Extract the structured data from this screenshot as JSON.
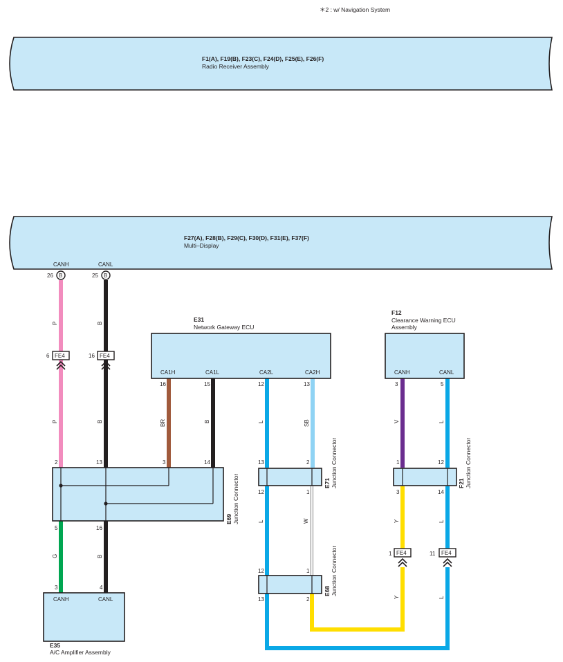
{
  "note": "＊2 : w/ Navigation System",
  "colors": {
    "component_fill": "#c8e8f8",
    "line": "#231f20",
    "wire_P": "#f28cbe",
    "wire_B": "#231f20",
    "wire_BR": "#a05a3c",
    "wire_L": "#0aa8e6",
    "wire_SB": "#8fd3f4",
    "wire_V": "#6b2d8f",
    "wire_Y": "#ffde00",
    "wire_G": "#00a651",
    "wire_W": "#ffffff"
  },
  "radio": {
    "connectors": "F1(A), F19(B), F23(C), F24(D), F25(E), F26(F)",
    "name": "Radio Receiver Assembly"
  },
  "multi_display": {
    "connectors": "F27(A), F28(B), F29(C), F30(D), F31(E), F37(F)",
    "name": "Multi–Display",
    "terminals": [
      {
        "pin": "26",
        "connector": "B",
        "label": "CANH"
      },
      {
        "pin": "25",
        "connector": "B",
        "label": "CANL"
      }
    ]
  },
  "gateway": {
    "code": "E31",
    "name": "Network Gateway ECU",
    "terminals": [
      {
        "pin": "16",
        "label": "CA1H"
      },
      {
        "pin": "15",
        "label": "CA1L"
      },
      {
        "pin": "12",
        "label": "CA2L"
      },
      {
        "pin": "13",
        "label": "CA2H"
      }
    ]
  },
  "clearance": {
    "code": "F12",
    "name_line1": "Clearance Warning ECU",
    "name_line2": "Assembly",
    "terminals": [
      {
        "pin": "3",
        "label": "CANH"
      },
      {
        "pin": "5",
        "label": "CANL"
      }
    ]
  },
  "ac_amp": {
    "code": "E35",
    "name": "A/C Amplifier Assembly",
    "terminals": [
      {
        "pin": "3",
        "label": "CANH"
      },
      {
        "pin": "4",
        "label": "CANL"
      }
    ]
  },
  "junctions": {
    "e69": {
      "code": "E69",
      "name": "Junction Connector",
      "pins_top": [
        "2",
        "13",
        "3",
        "14"
      ],
      "pins_bottom": [
        "5",
        "16"
      ]
    },
    "e71": {
      "code": "E71",
      "name": "Junction Connector",
      "pins_top": [
        "13",
        "2"
      ],
      "pins_bottom": [
        "12",
        "1"
      ]
    },
    "e68": {
      "code": "E68",
      "name": "Junction Connector",
      "pins_top": [
        "12",
        "1"
      ],
      "pins_bottom": [
        "13",
        "2"
      ]
    },
    "f21": {
      "code": "F21",
      "name": "Junction Connector",
      "pins_top": [
        "1",
        "12"
      ],
      "pins_bottom": [
        "3",
        "14"
      ]
    }
  },
  "fe4_connectors": [
    {
      "pin": "6",
      "label": "FE4"
    },
    {
      "pin": "16",
      "label": "FE4"
    },
    {
      "pin": "1",
      "label": "FE4"
    },
    {
      "pin": "11",
      "label": "FE4"
    }
  ],
  "wire_labels": {
    "p_upper": "P",
    "b_upper": "B",
    "p_lower": "P",
    "b_lower": "B",
    "br": "BR",
    "b_gw": "B",
    "l_gw": "L",
    "sb": "SB",
    "v": "V",
    "l_f12": "L",
    "l_e71_e68": "L",
    "w": "W",
    "y_f21": "Y",
    "l_f21": "L",
    "g": "G",
    "b_e35": "B",
    "y_low": "Y",
    "l_low": "L"
  }
}
